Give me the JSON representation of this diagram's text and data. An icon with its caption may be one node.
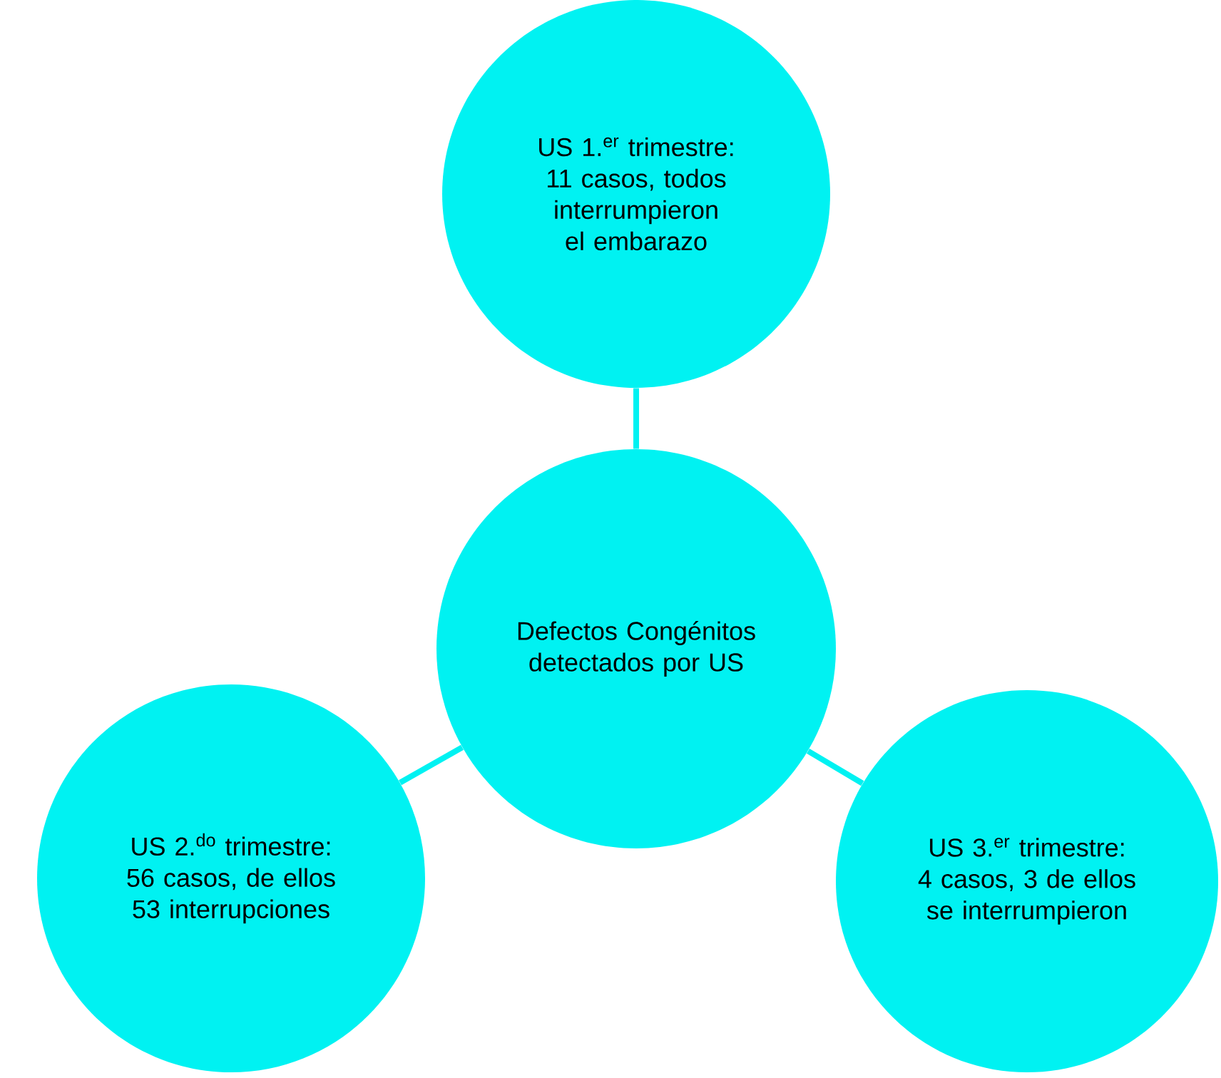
{
  "diagram": {
    "nodes": [
      {
        "text": [
          "US 1.$^{er}$ trimestre: 11 casos, todos interrumpieron el embarazo"
        ]
      },
      {
        "text": [
          "Defectos Congénitos detectados por US"
        ]
      },
      {
        "text": [
          "US 2.$^{do}$ trimestre: 56 casos, de ellos 53 interrupciones"
        ]
      },
      {
        "text": [
          "US 3.$^{er}$ trimestre: 4 casos, 3 de ellos se interrumpieron"
        ]
      }
    ],
    "edges": [
      {
        "from": 1,
        "to": 0,
        "arrow": "none"
      },
      {
        "from": 1,
        "to": 2,
        "arrow": "none"
      },
      {
        "from": 1,
        "to": 3,
        "arrow": "none"
      }
    ]
  }
}
